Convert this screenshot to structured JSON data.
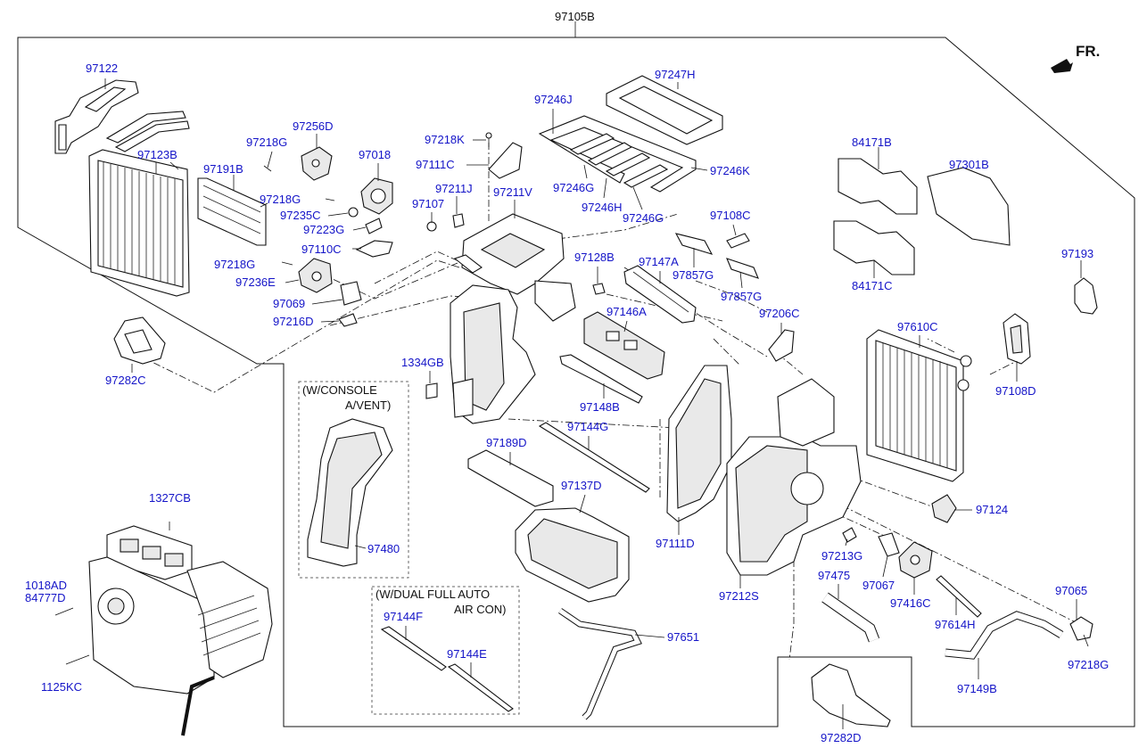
{
  "assembly_number": "97105B",
  "orientation_label": "FR.",
  "notes": {
    "console": [
      "(W/CONSOLE",
      "A/VENT)"
    ],
    "dual_auto": [
      "(W/DUAL FULL AUTO",
      "AIR CON)"
    ]
  },
  "part_numbers": {
    "p97122": "97122",
    "p97123B": "97123B",
    "p97191B": "97191B",
    "p97218G_a": "97218G",
    "p97256D": "97256D",
    "p97018": "97018",
    "p97218G_b": "97218G",
    "p97235C": "97235C",
    "p97223G": "97223G",
    "p97110C": "97110C",
    "p97218G_c": "97218G",
    "p97236E": "97236E",
    "p97069": "97069",
    "p97216D": "97216D",
    "p97282C": "97282C",
    "p97218K": "97218K",
    "p97111C": "97111C",
    "p97211J": "97211J",
    "p97211V": "97211V",
    "p97107": "97107",
    "p97246J": "97246J",
    "p97247H": "97247H",
    "p97246G_a": "97246G",
    "p97246H": "97246H",
    "p97246G_b": "97246G",
    "p97246K": "97246K",
    "p97108C": "97108C",
    "p97857G_a": "97857G",
    "p97857G_b": "97857G",
    "p97128B": "97128B",
    "p97147A": "97147A",
    "p97146A": "97146A",
    "p1334GB": "1334GB",
    "p97148B": "97148B",
    "p97144G": "97144G",
    "p97189D": "97189D",
    "p97137D": "97137D",
    "p97480": "97480",
    "p1327CB": "1327CB",
    "p1018AD": "1018AD",
    "p84777D": "84777D",
    "p1125KC": "1125KC",
    "p97144F": "97144F",
    "p97144E": "97144E",
    "p97651": "97651",
    "p97111D": "97111D",
    "p97212S": "97212S",
    "p97206C": "97206C",
    "p84171B": "84171B",
    "p84171C": "84171C",
    "p97301B": "97301B",
    "p97193": "97193",
    "p97610C": "97610C",
    "p97108D": "97108D",
    "p97124": "97124",
    "p97213G": "97213G",
    "p97067": "97067",
    "p97475": "97475",
    "p97416C": "97416C",
    "p97614H": "97614H",
    "p97065": "97065",
    "p97218G_d": "97218G",
    "p97149B": "97149B",
    "p97282D": "97282D"
  }
}
